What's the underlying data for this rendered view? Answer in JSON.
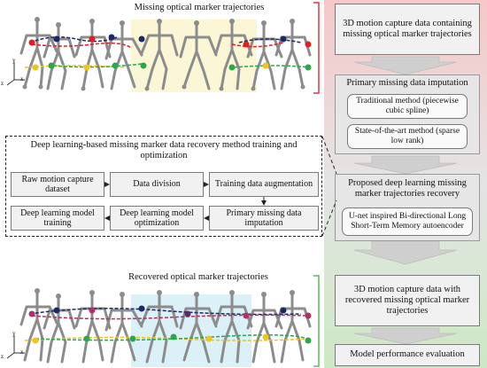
{
  "top_panel": {
    "caption": "Missing optical marker trajectories"
  },
  "bottom_panel": {
    "caption": "Recovered optical marker trajectories"
  },
  "axes": {
    "y": "y",
    "z": "z",
    "x": "x"
  },
  "right_column": {
    "box1": "3D motion capture data containing missing optical marker trajectories",
    "box2": {
      "title": "Primary missing data imputation",
      "method1": "Traditional method (piecewise cubic spline)",
      "method2": "State-of-the-art method (sparse low rank)"
    },
    "box3": {
      "title": "Proposed deep learning missing marker trajectories recovery",
      "inner": "U-net inspired Bi-directional Long Short-Term Memory autoencoder"
    },
    "box4": "3D motion capture data with recovered missing optical marker trajectories",
    "box5": "Model performance evaluation"
  },
  "method_panel": {
    "title": "Deep learning-based missing marker data recovery method training and optimization",
    "steps": [
      "Raw motion capture dataset",
      "Data division",
      "Training data augmentation",
      "Primary missing data imputation",
      "Deep learning model optimization",
      "Deep learning model training"
    ]
  },
  "colors": {
    "top_highlight": "#fbf7d6",
    "bottom_highlight": "#dcf0f7",
    "top_bracket": "#e0393d",
    "bottom_bracket": "#5fb85a",
    "right_gradient_top": "#f6c8c8",
    "right_gradient_bottom": "#cde8c4"
  }
}
